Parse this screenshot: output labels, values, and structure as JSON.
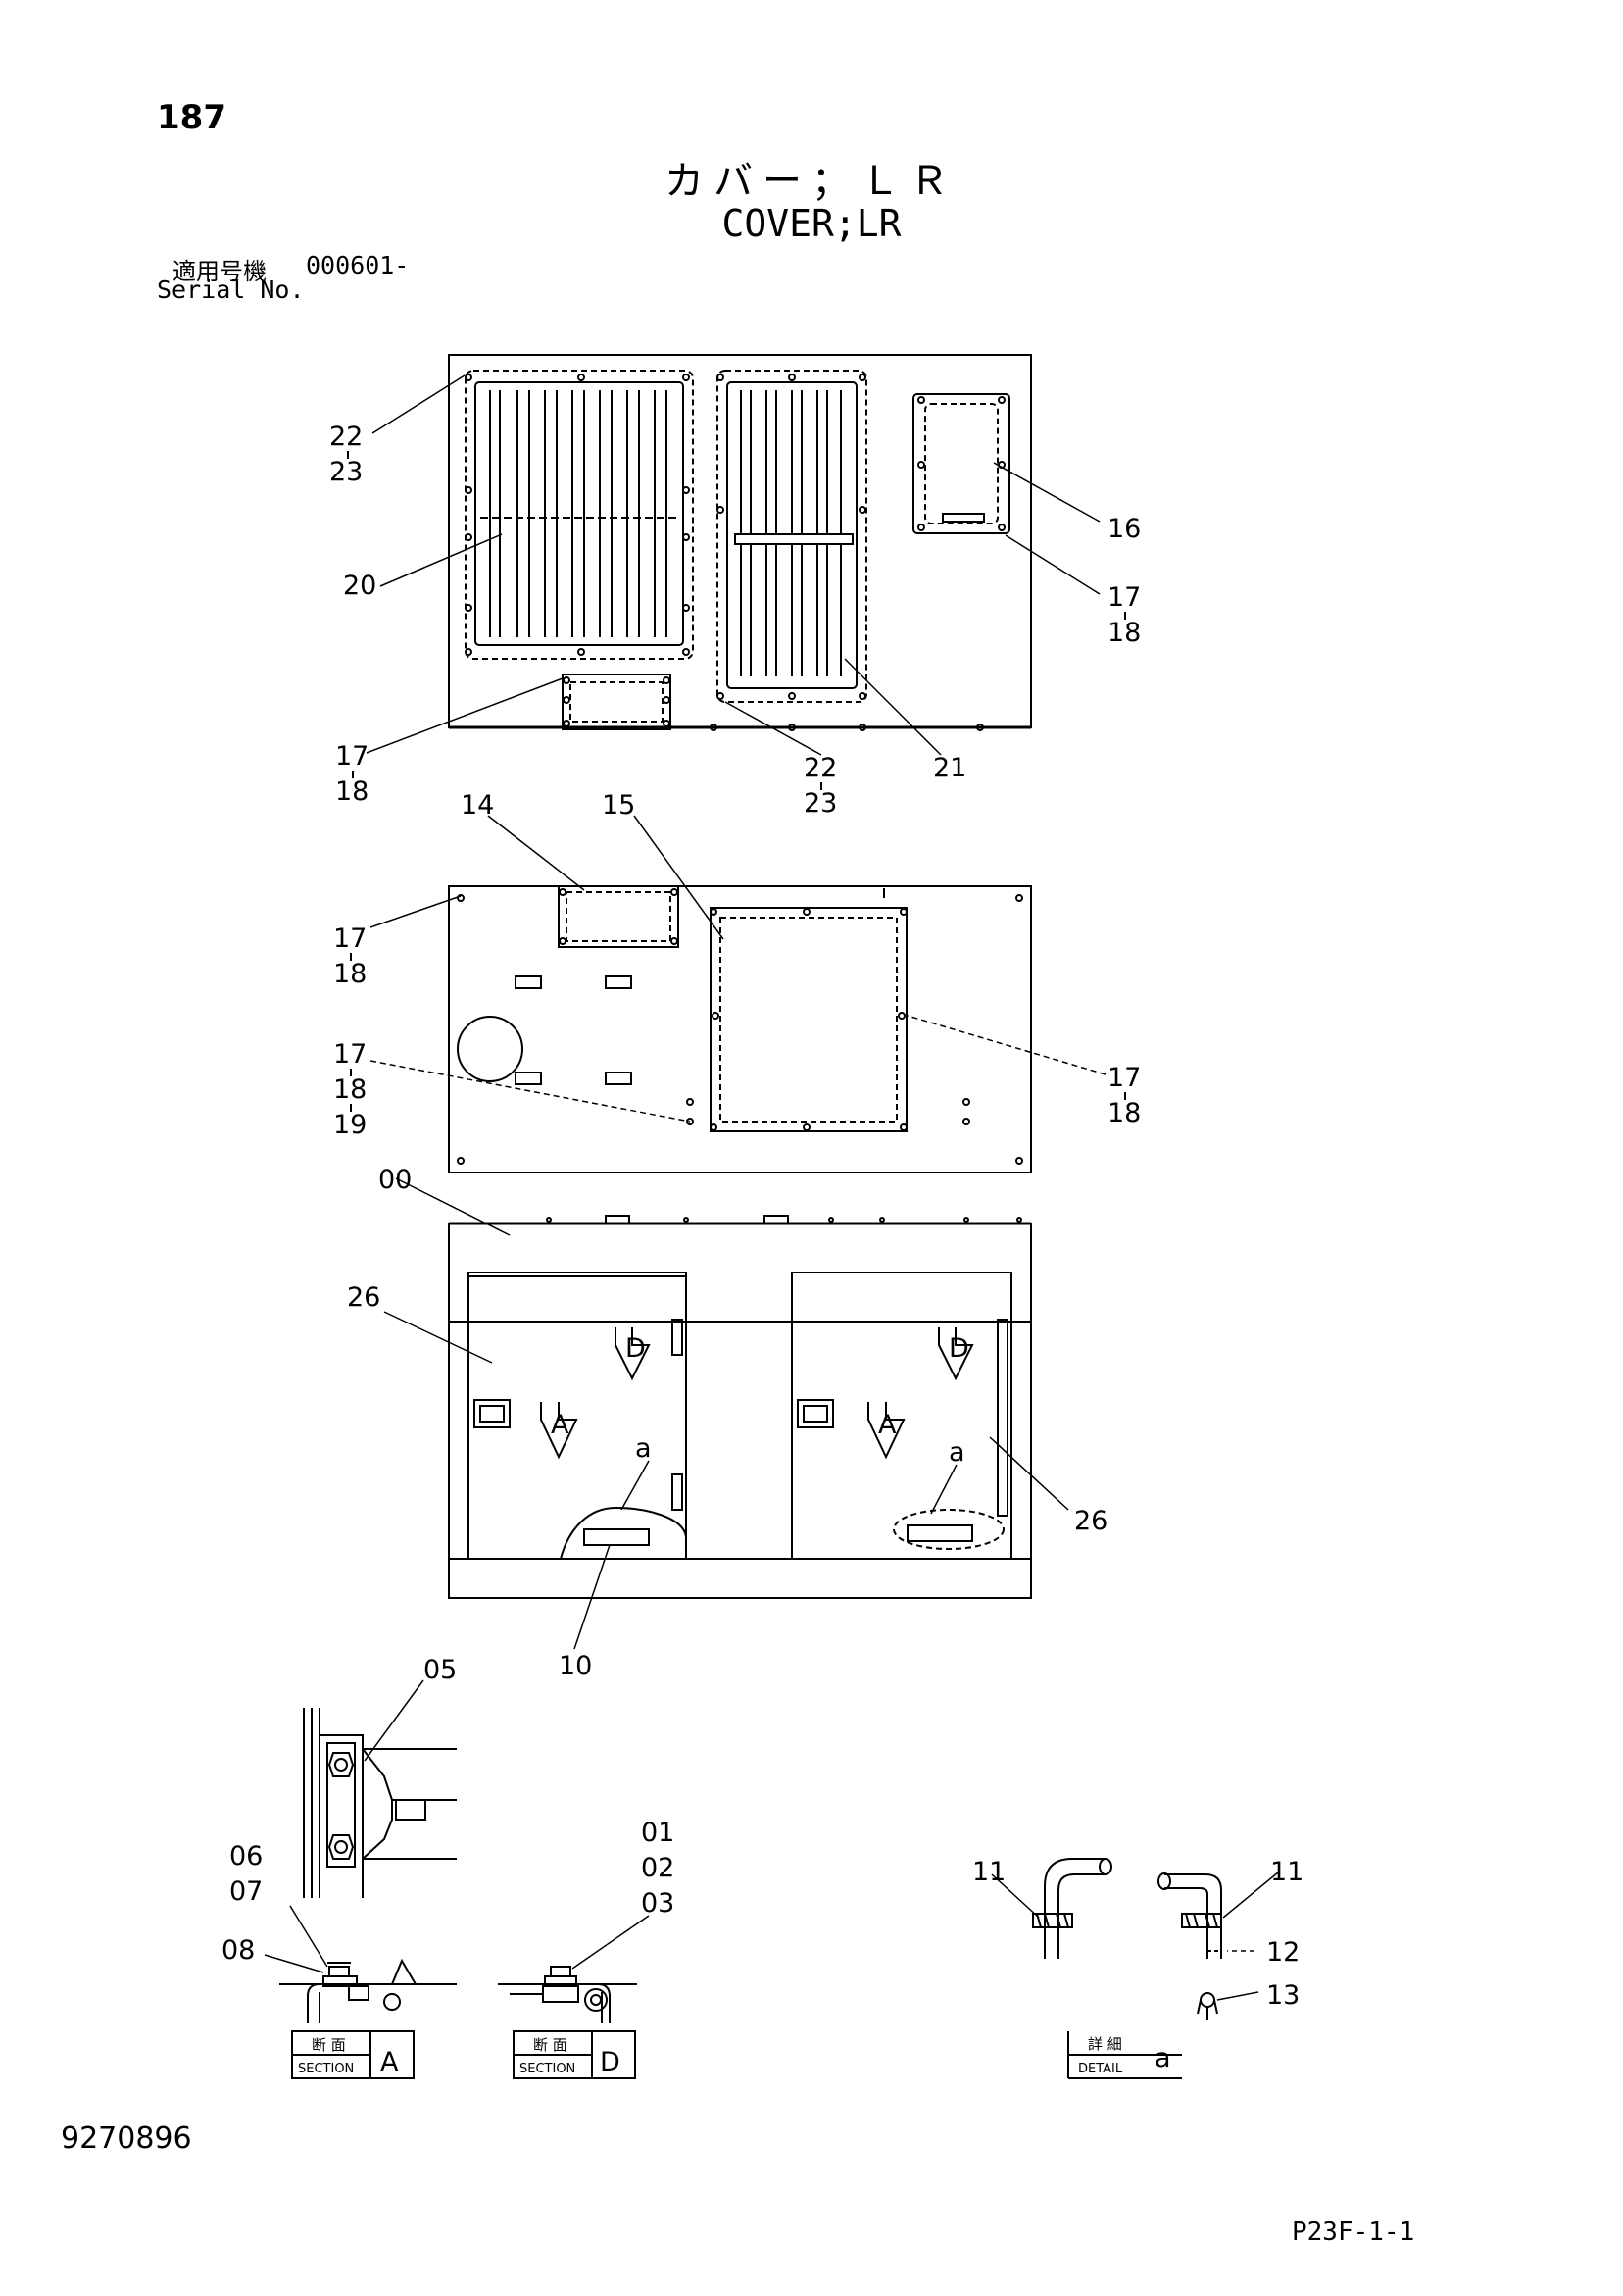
{
  "header": {
    "page_number": "187",
    "title_jp": "カバー；ＬＲ",
    "title_en": "COVER;LR",
    "serial_label_jp": "適用号機",
    "serial_range": "000601-",
    "serial_label_en": "Serial No."
  },
  "callouts": {
    "c22a": "22",
    "c23a": "23",
    "c20": "20",
    "c16": "16",
    "c17a": "17",
    "c18a": "18",
    "c17b": "17",
    "c18b": "18",
    "c22b": "22",
    "c23b": "23",
    "c21": "21",
    "c14": "14",
    "c15": "15",
    "c17c": "17",
    "c18c": "18",
    "c17d": "17",
    "c18d": "18",
    "c19": "19",
    "c17e": "17",
    "c18e": "18",
    "c00": "00",
    "c26a": "26",
    "c26b": "26",
    "ca1": "a",
    "ca2": "a",
    "c10": "10",
    "c05": "05",
    "c06": "06",
    "c07": "07",
    "c08": "08",
    "c01": "01",
    "c02": "02",
    "c03": "03",
    "c11a": "11",
    "c11b": "11",
    "c12": "12",
    "c13": "13"
  },
  "view_marks": {
    "d1": "D",
    "a1": "A",
    "d2": "D",
    "a2": "A"
  },
  "section_labels": {
    "section_a_jp": "断 面",
    "section_a_en": "SECTION",
    "section_a_letter": "A",
    "section_d_jp": "断 面",
    "section_d_en": "SECTION",
    "section_d_letter": "D",
    "detail_jp": "詳 細",
    "detail_en": "DETAIL",
    "detail_letter": "a"
  },
  "footer": {
    "doc_number": "9270896",
    "page_code": "P23F-1-1"
  }
}
